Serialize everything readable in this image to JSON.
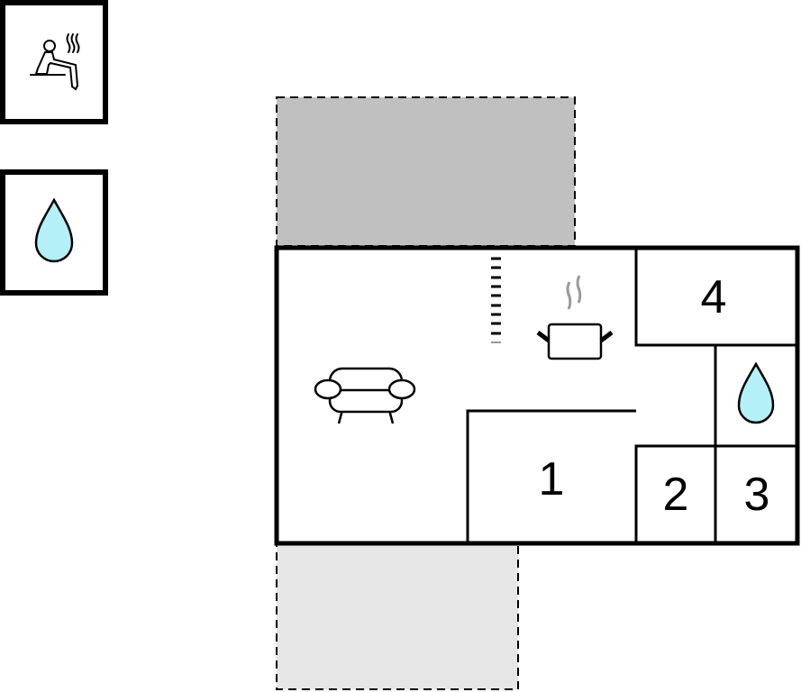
{
  "legend": [
    {
      "icon": "sauna-icon"
    },
    {
      "icon": "water-drop-icon"
    }
  ],
  "areas": [
    {
      "type": "terrace-covered",
      "fill": "#c0c0c0"
    },
    {
      "type": "terrace-open",
      "fill": "#e6e6e6"
    }
  ],
  "rooms": [
    {
      "label": "1"
    },
    {
      "label": "2"
    },
    {
      "label": "3"
    },
    {
      "label": "4"
    }
  ],
  "colors": {
    "water": "#b3f0f7",
    "steam": "#999999"
  }
}
